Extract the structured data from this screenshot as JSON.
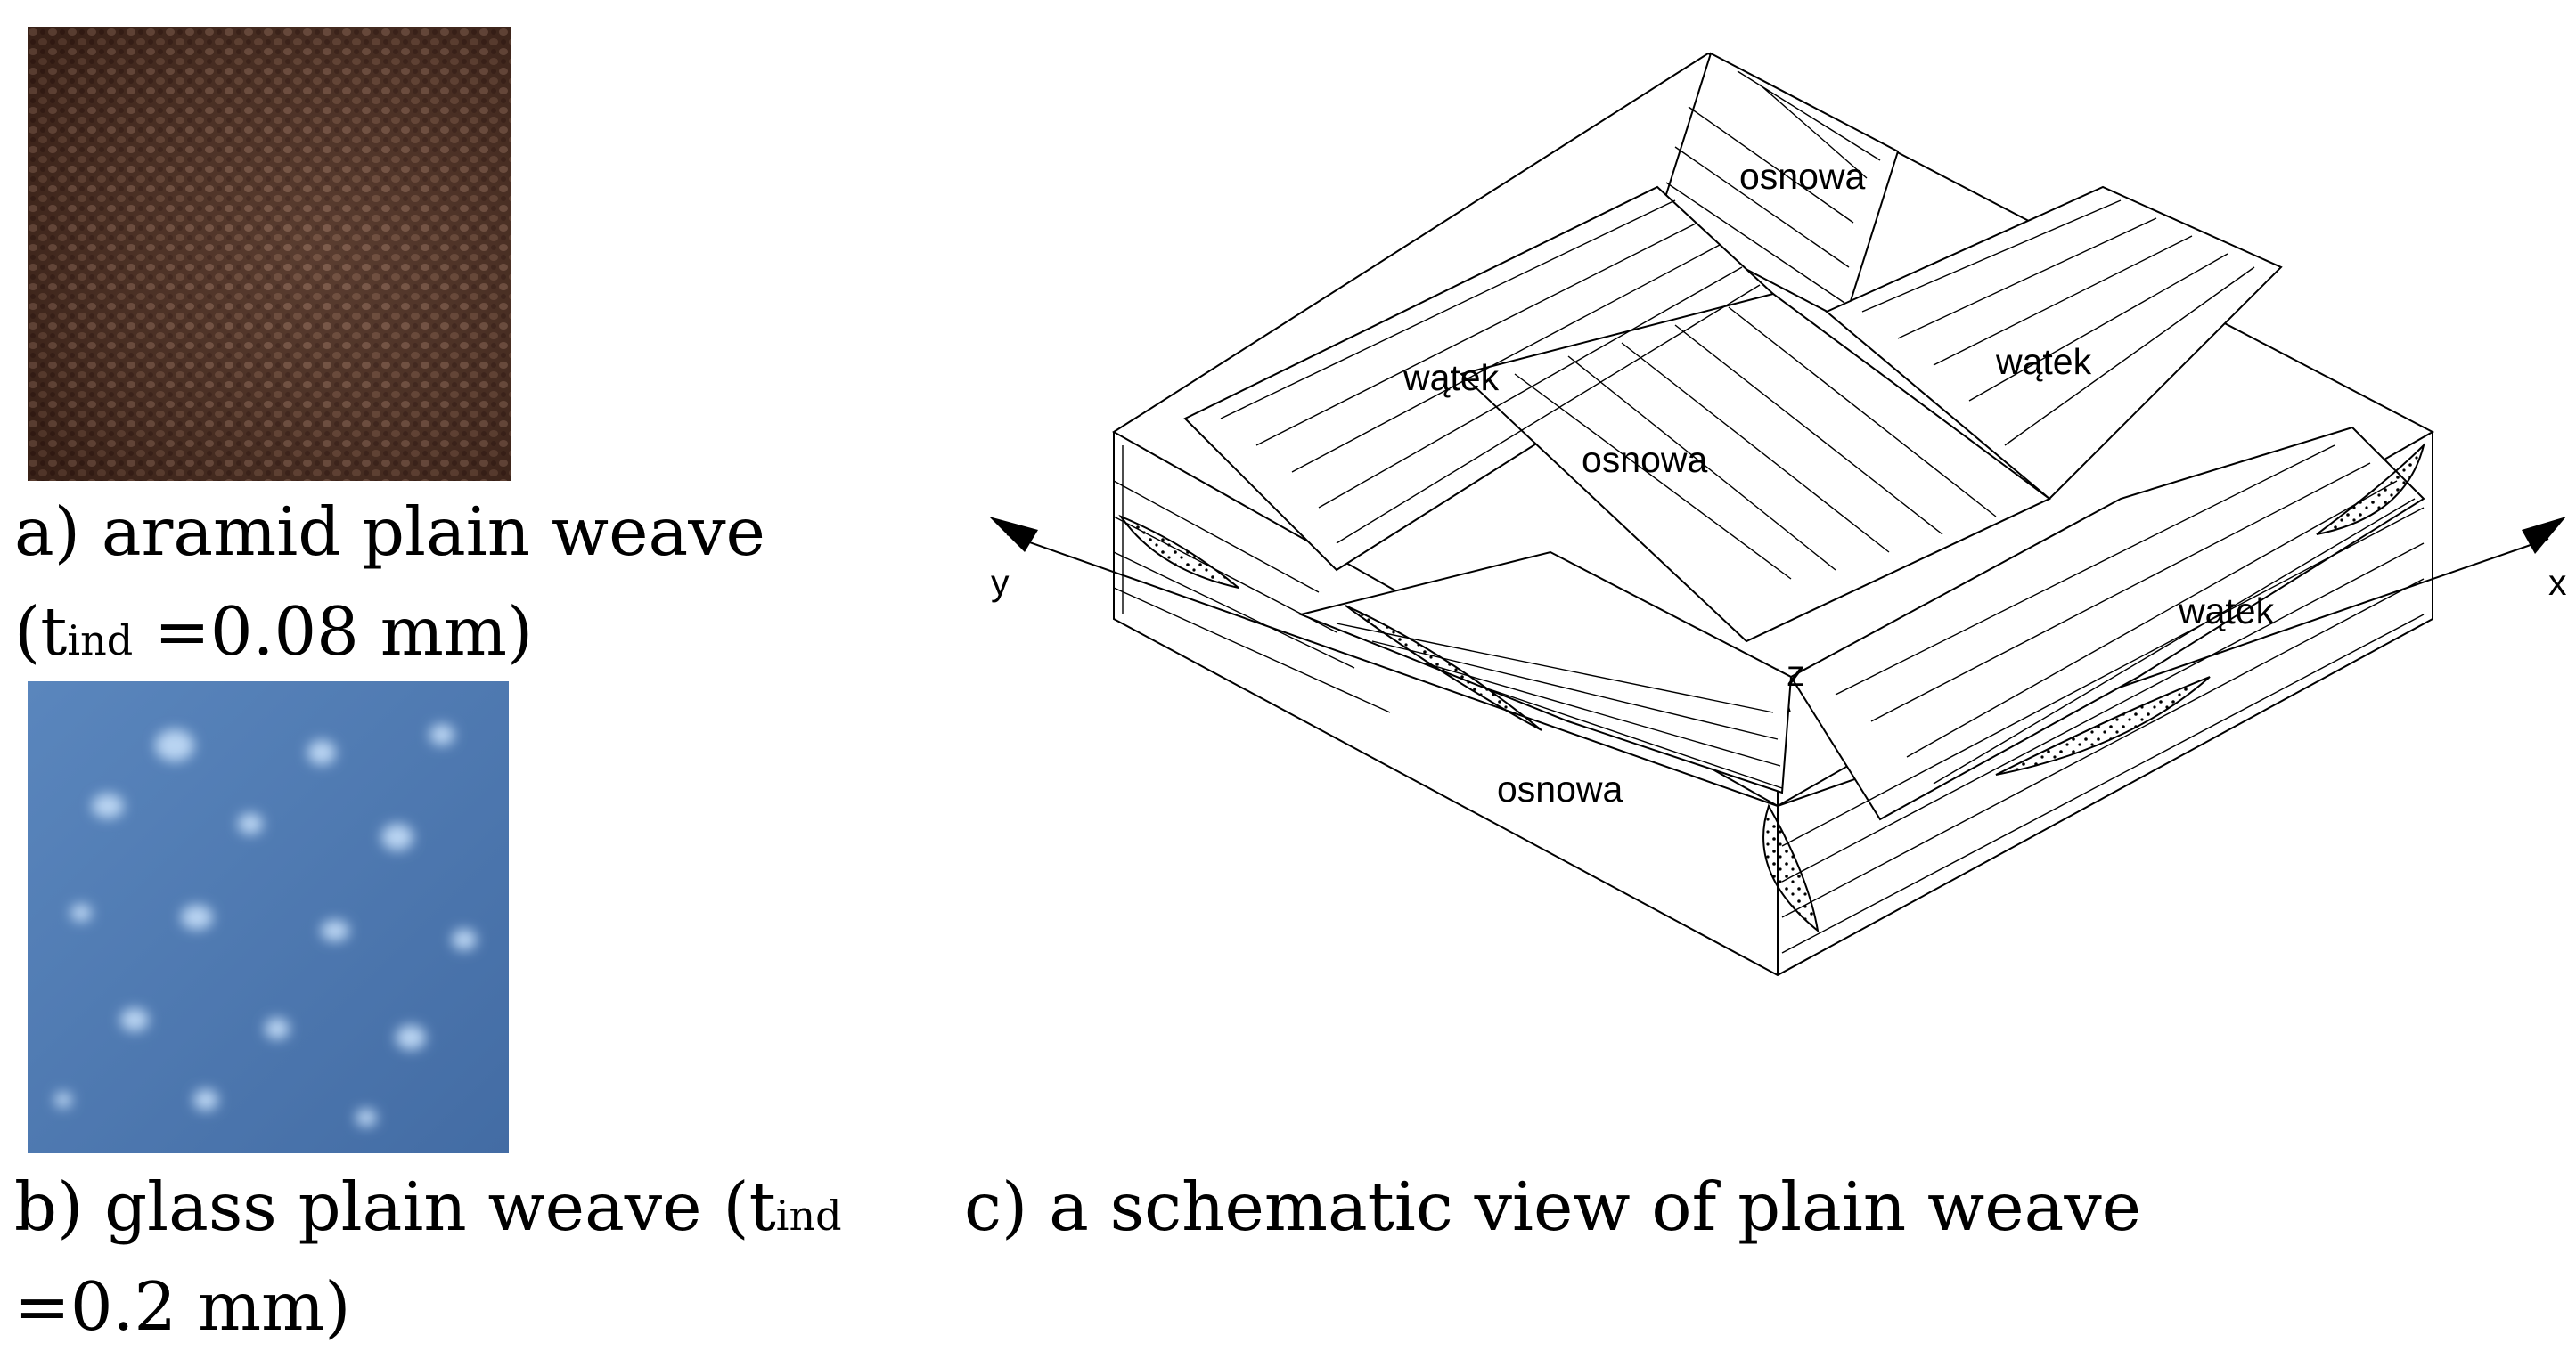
{
  "panel_a": {
    "caption_line1": "a) aramid plain weave",
    "caption_line2_prefix": "(t",
    "caption_line2_sub": "ind",
    "caption_line2_suffix": " =0.08 mm)",
    "photo_color": "#4a2e22"
  },
  "panel_b": {
    "caption_line1_prefix": "b)  glass  plain  weave  (t",
    "caption_line1_sub": "ind",
    "caption_line2": "=0.2 mm)",
    "photo_color": "#4d78b0"
  },
  "panel_c": {
    "caption": "c) a schematic view of plain weave",
    "labels": {
      "osnowa_top": "osnowa",
      "watek_left": "wątek",
      "watek_right": "wątek",
      "osnowa_center": "osnowa",
      "watek_front": "wątek",
      "osnowa_front": "osnowa",
      "axis_y": "y",
      "axis_x": "x",
      "axis_z": "z"
    }
  }
}
